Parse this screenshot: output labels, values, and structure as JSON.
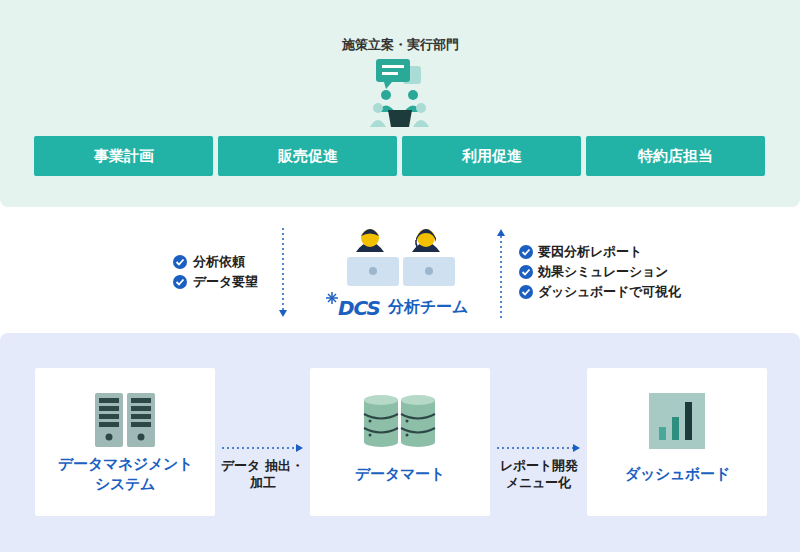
{
  "diagram": {
    "nodes": [
      {
        "text": [
          "施策立案・実行部門"
        ]
      },
      {
        "text": [
          "事業計画"
        ],
        "in": 0
      },
      {
        "text": [
          "販売促進"
        ],
        "in": 0
      },
      {
        "text": [
          "利用促進"
        ],
        "in": 0
      },
      {
        "text": [
          "特約店担当"
        ],
        "in": 0
      },
      {
        "text": [
          "データマネジメントシステム"
        ]
      },
      {
        "text": [
          "データマート"
        ]
      },
      {
        "text": [
          "ダッシュボード"
        ]
      }
    ],
    "edges": [
      {
        "from": 5,
        "to": 6,
        "arrow": "to",
        "label": "データ 抽出・加工"
      },
      {
        "from": 6,
        "to": 7,
        "arrow": "to",
        "label": "レポート開発 メニュー化"
      }
    ],
    "labels": [
      "分析依頼",
      "データ要望",
      "DCS",
      "分析チーム",
      "要因分析レポート",
      "効果シミュレーション",
      "ダッシュボードで可視化"
    ]
  }
}
